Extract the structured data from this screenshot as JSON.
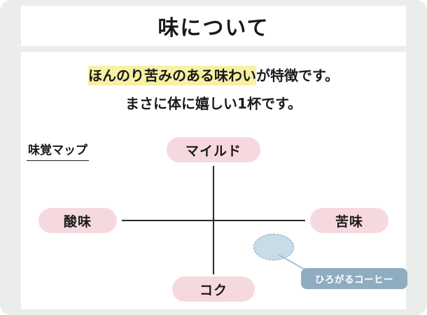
{
  "header": {
    "title": "味について"
  },
  "description": {
    "highlight": "ほんのり苦みのある味わい",
    "line1_rest": "が特徴です。",
    "line2": "まさに体に嬉しい1杯です。"
  },
  "map": {
    "label": "味覚マップ",
    "axis_top": "マイルド",
    "axis_bottom": "コク",
    "axis_left": "酸味",
    "axis_right": "苦味",
    "marker_label": "ひろがるコーヒー"
  },
  "colors": {
    "frame_background": "#eaedea",
    "card_background": "#ffffff",
    "text": "#1a1a1a",
    "highlight": "#f8f1a3",
    "pill": "#f6d9de",
    "marker_fill": "#c9dbe7",
    "marker_border": "#79a2c2",
    "tag_background": "#8fadc1",
    "tag_text": "#ffffff"
  }
}
